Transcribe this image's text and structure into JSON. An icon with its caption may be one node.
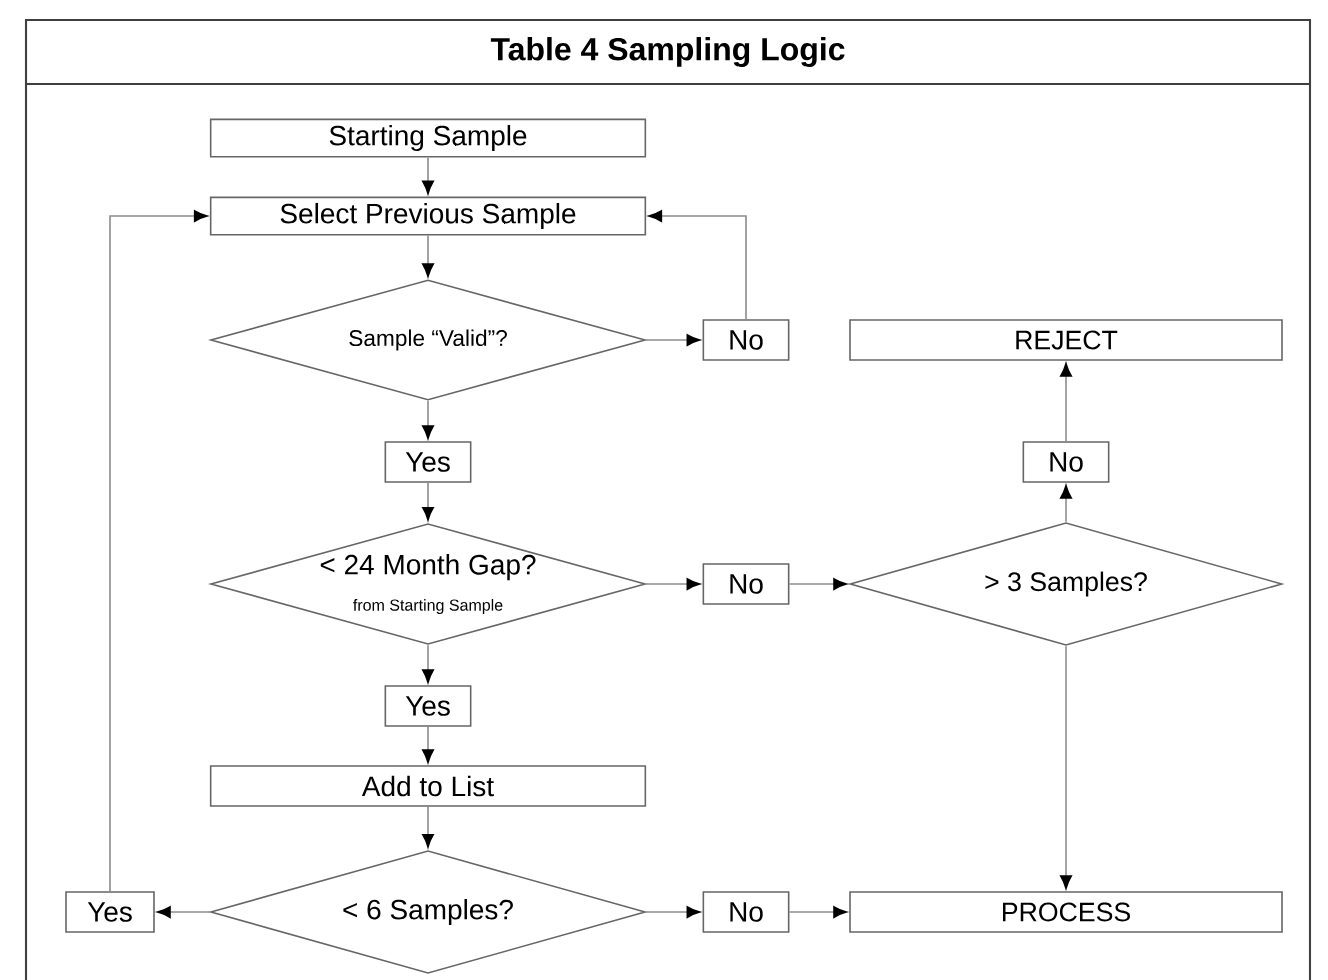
{
  "diagram": {
    "title": "Table 4 Sampling Logic",
    "nodes": [
      {
        "text": [
          "Starting Sample"
        ]
      },
      {
        "text": [
          "Select Previous Sample"
        ]
      },
      {
        "text": [
          "Sample “Valid”?"
        ]
      },
      {
        "text": [
          "No"
        ]
      },
      {
        "text": [
          "REJECT"
        ]
      },
      {
        "text": [
          "Yes"
        ]
      },
      {
        "text": [
          "< 24 Month Gap?",
          "from Starting Sample"
        ]
      },
      {
        "text": [
          "No"
        ]
      },
      {
        "text": [
          "No"
        ]
      },
      {
        "text": [
          "> 3 Samples?"
        ]
      },
      {
        "text": [
          "Yes"
        ]
      },
      {
        "text": [
          "Add to List"
        ]
      },
      {
        "text": [
          "Yes"
        ]
      },
      {
        "text": [
          "< 6 Samples?"
        ]
      },
      {
        "text": [
          "No"
        ]
      },
      {
        "text": [
          "PROCESS"
        ]
      }
    ],
    "edges": [
      {
        "from": 0,
        "to": 1,
        "arrow": "to"
      },
      {
        "from": 1,
        "to": 2,
        "arrow": "to"
      },
      {
        "from": 2,
        "to": 3,
        "arrow": "to"
      },
      {
        "from": 3,
        "to": 1,
        "arrow": "to"
      },
      {
        "from": 2,
        "to": 5,
        "arrow": "to"
      },
      {
        "from": 5,
        "to": 6,
        "arrow": "to"
      },
      {
        "from": 6,
        "to": 7,
        "arrow": "to"
      },
      {
        "from": 7,
        "to": 9,
        "arrow": "to"
      },
      {
        "from": 9,
        "to": 8,
        "arrow": "to"
      },
      {
        "from": 8,
        "to": 4,
        "arrow": "to"
      },
      {
        "from": 6,
        "to": 10,
        "arrow": "to"
      },
      {
        "from": 10,
        "to": 11,
        "arrow": "to"
      },
      {
        "from": 11,
        "to": 13,
        "arrow": "to"
      },
      {
        "from": 13,
        "to": 12,
        "arrow": "to"
      },
      {
        "from": 12,
        "to": 1,
        "arrow": "to"
      },
      {
        "from": 13,
        "to": 14,
        "arrow": "to"
      },
      {
        "from": 14,
        "to": 15,
        "arrow": "to"
      },
      {
        "from": 9,
        "to": 15,
        "arrow": "to"
      }
    ]
  }
}
